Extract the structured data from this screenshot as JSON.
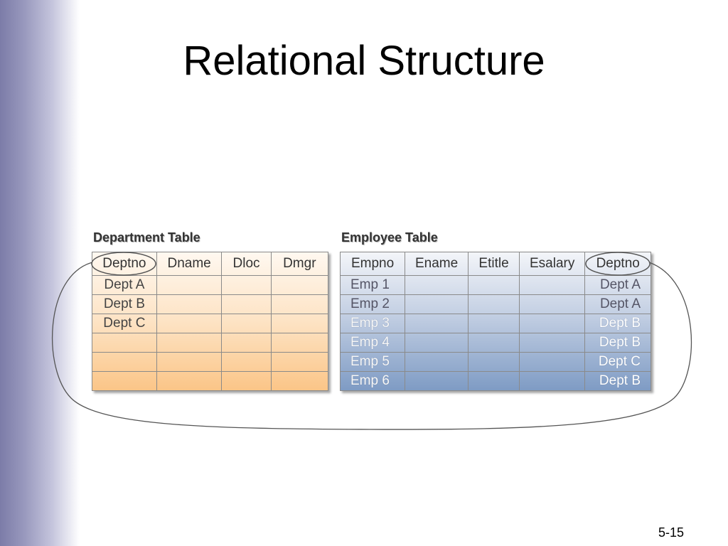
{
  "slide": {
    "title": "Relational Structure",
    "page_number": "5-15"
  },
  "department_table": {
    "caption": "Department Table",
    "columns": [
      "Deptno",
      "Dname",
      "Dloc",
      "Dmgr"
    ],
    "rows": [
      [
        "Dept A",
        "",
        "",
        ""
      ],
      [
        "Dept B",
        "",
        "",
        ""
      ],
      [
        "Dept C",
        "",
        "",
        ""
      ],
      [
        "",
        "",
        "",
        ""
      ],
      [
        "",
        "",
        "",
        ""
      ],
      [
        "",
        "",
        "",
        ""
      ]
    ]
  },
  "employee_table": {
    "caption": "Employee Table",
    "columns": [
      "Empno",
      "Ename",
      "Etitle",
      "Esalary",
      "Deptno"
    ],
    "rows": [
      [
        "Emp 1",
        "",
        "",
        "",
        "Dept A"
      ],
      [
        "Emp 2",
        "",
        "",
        "",
        "Dept A"
      ],
      [
        "Emp 3",
        "",
        "",
        "",
        "Dept B"
      ],
      [
        "Emp 4",
        "",
        "",
        "",
        "Dept B"
      ],
      [
        "Emp 5",
        "",
        "",
        "",
        "Dept C"
      ],
      [
        "Emp 6",
        "",
        "",
        "",
        "Dept B"
      ]
    ]
  },
  "colors": {
    "sidebar": "#8c8cb4",
    "department_fill": "#fbc587",
    "employee_fill": "#7e9bc4",
    "connector": "#555555"
  },
  "highlighted_columns": [
    "department_table.columns.0",
    "employee_table.columns.4"
  ]
}
